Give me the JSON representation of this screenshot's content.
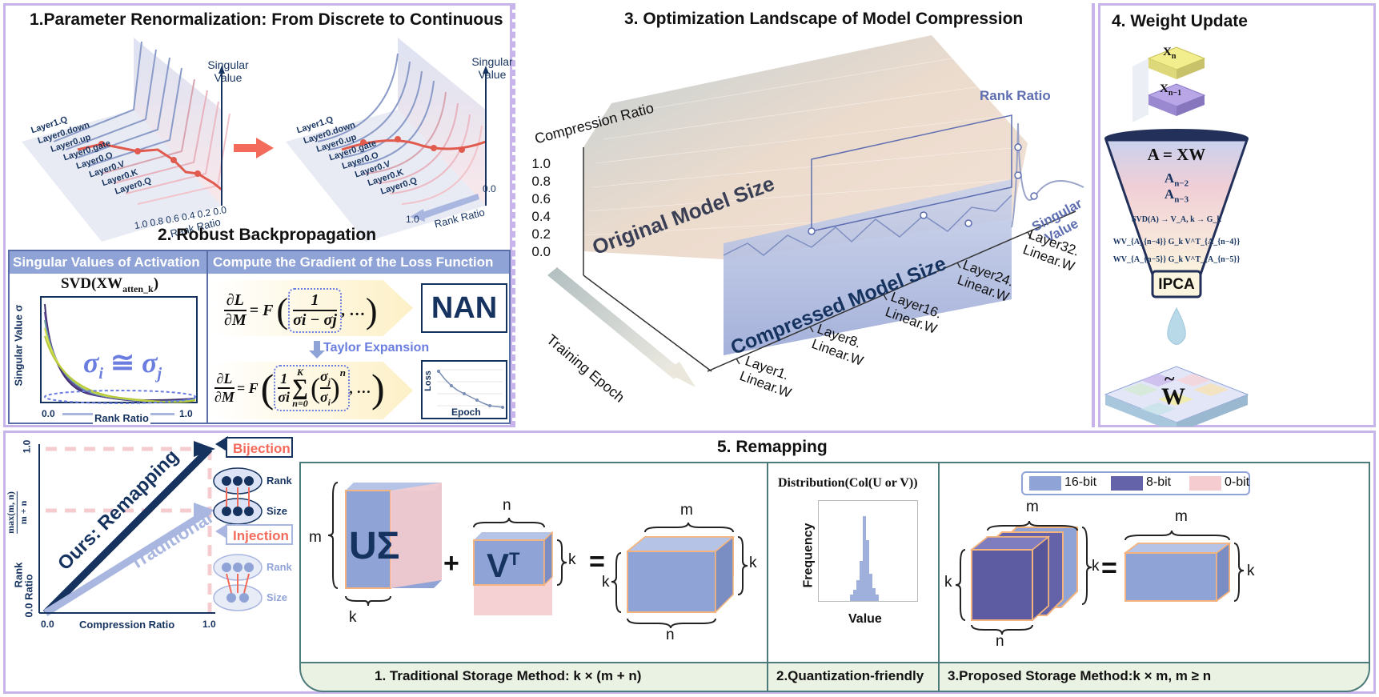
{
  "p1": {
    "title": "1.Parameter Renormalization: From Discrete to Continuous",
    "layers": [
      "Layer1.Q",
      "Layer0.down",
      "Layer0.up",
      "Layer0.gate",
      "Layer0.O",
      "Layer0.V",
      "Layer0.K",
      "Layer0.Q"
    ],
    "singular_value": "Singular Value",
    "rank_ratio": "Rank Ratio",
    "ticks_left": "1.0 0.8 0.6 0.4 0.2 0.0",
    "tick_hi": "1.0",
    "tick_lo": "0.0"
  },
  "p2": {
    "title": "2. Robust Backpropagation",
    "head_left": "Singular Values of Activation",
    "head_right": "Compute the Gradient of the Loss Function",
    "svd_label": "SVD(XW",
    "svd_sub": "atten_k",
    "svd_close": ")",
    "ylabel": "Singular Value σ",
    "sigma_eq": "σ",
    "sigma_i": "i",
    "approx": "≅",
    "sigma_j": "j",
    "x0": "0.0",
    "x1": "1.0",
    "xlabel": "Rank Ratio",
    "nan": "NAN",
    "taylor": "Taylor Expansion",
    "loss": "Loss",
    "epoch": "Epoch",
    "dl": "∂L",
    "dm": "∂M",
    "eqF": "= F",
    "ellipsis": ", …",
    "frac_num": "1",
    "frac_den": "σi − σj",
    "sum_upper": "K",
    "sum_lower": "n=0",
    "sum_power": "n",
    "sigma_inv": "1",
    "sigma_inv_den": "σi"
  },
  "p3": {
    "title": "3. Optimization Landscape of Model Compression",
    "compression_ratio": "Compression Ratio",
    "yticks": [
      "1.0",
      "0.8",
      "0.6",
      "0.4",
      "0.2",
      "0.0"
    ],
    "original": "Original Model Size",
    "compressed": "Compressed Model Size",
    "rank_ratio": "Rank Ratio",
    "singular_value": "Singular Value",
    "training_epoch": "Training Epoch",
    "layer_labels": [
      "Layer1. Linear.W",
      "Layer8. Linear.W",
      "Layer16. Linear.W",
      "Layer24. Linear.W",
      "Layer32. Linear.W"
    ]
  },
  "p4": {
    "title": "4. Weight Update",
    "xn": "X",
    "xn_sub": "n",
    "xn1": "X",
    "xn1_sub": "n−1",
    "a_eq": "A = XW",
    "an2": "A",
    "an2_sub": "n−2",
    "an3": "A",
    "an3_sub": "n−3",
    "svd_step": "SVD(A) → V_A, k → G_k",
    "wv1": "WV_{A_{n−4}} G_k V^T_{A_{n−4}}",
    "wv2": "WV_{A_{n−5}} G_k V^T_{A_{n−5}}",
    "ipca": "IPCA",
    "w_tilde": "W"
  },
  "p5": {
    "title": "5. Remapping",
    "ours": "Ours: Remapping",
    "traditional": "Traditional",
    "bijection": "Bijection",
    "injection": "Injection",
    "rank": "Rank",
    "size": "Size",
    "y_top": "1.0",
    "y_frac_num": "max(m, n)",
    "y_frac_den": "m + n",
    "y_rank_label": "Rank",
    "y_ratio_label": "0.0 Ratio",
    "x0": "0.0",
    "x1": "1.0",
    "xlabel": "Compression Ratio",
    "u_sigma": "UΣ",
    "vt": "V",
    "vt_sup": "T",
    "plus": "+",
    "eq": "=",
    "m": "m",
    "n": "n",
    "k": "k",
    "dist_title": "Distribution(Col(U or V))",
    "frequency": "Frequency",
    "value": "Value",
    "legend": [
      "16-bit",
      "8-bit",
      "0-bit"
    ],
    "colors": {
      "bit16": "#8fa3d6",
      "bit8": "#6462a8",
      "bit0": "#f5cccf",
      "accent": "#f26b5b",
      "navy": "#16335f"
    },
    "foot1": "1. Traditional Storage Method: k × (m + n)",
    "foot2": "2.Quantization-friendly",
    "foot3": "3.Proposed Storage Method:k × m, m ≥ n"
  }
}
